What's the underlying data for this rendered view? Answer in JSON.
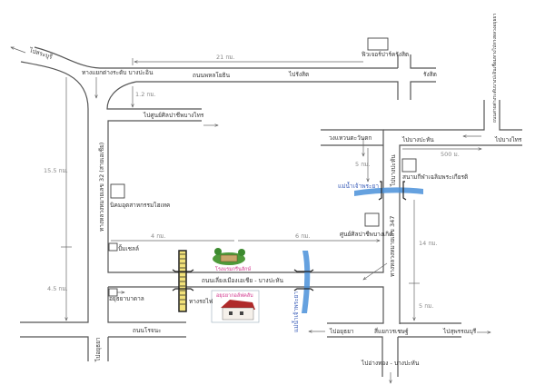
{
  "labels": {
    "to_saraburi": "ไปสระบุรี",
    "bang_pa_in_interchange": "ทางแยกต่างระดับ บางปะอิน",
    "phahonyothin_road": "ถนนพหลโยธิน",
    "dist_21km": "21 กม.",
    "future_park": "ฟิวเจอร์ปาร์ครังสิต",
    "to_rangsit": "ไปรังสิต",
    "rangsit": "รังสิต",
    "dist_1_2km": "1.2 กม.",
    "to_bang_sai": "ไปศูนย์ศิลปาชีพบางไทร",
    "highway_32": "ทางหลวงหมายเลข 32 (สายเอเชีย)",
    "dist_15_5km": "15.5 กม.",
    "dist_4_5km": "4.5 กม.",
    "hitech_estate": "นิคมอุตสาหกรรมไฮเทค",
    "dist_4km": "4 กม.",
    "dist_6km": "6 กม.",
    "shell_station": "ปั้มเชลล์",
    "hotel": "โรงแรมกรีนลักษ์",
    "bypass_road": "ถนนเลี่ยงเมืองเอเชีย - บางปะหัน",
    "golf_club": "อยุธยากอล์ฟคลับ",
    "railway": "ทางรถไฟ",
    "ayutthaya_hospital": "อยุธยาบาดาล",
    "rojana_road": "ถนนโรจนะ",
    "to_ayutthaya_left": "ไปอยุธยา",
    "outer_ring_road": "วงแหวนตะวันตก",
    "to_bang_pahan_top": "ไปบางปะหัน",
    "to_bang_pahan_vert": "ไปบางปะหัน",
    "dist_500m": "500 ม.",
    "to_bang_sai_right": "ไปบางไทร",
    "interchange_road": "ถนนสายต่างระดับบางปะอินเชื่อมทางไปทางหลวงอยุธยา",
    "dist_5km_top": "5 กม.",
    "chao_phraya_top": "แม่น้ำเจ้าพระยา",
    "chao_phraya_bottom": "แม่น้ำเจ้าพระยา",
    "shooting_range": "สนามกีฬาเฉลิมพระเกียรติ",
    "arts_center": "ศูนย์ศิลปาชีพบางเกิด",
    "highway_347": "ทางหลวงหมายเลข 347",
    "dist_14km": "14 กม.",
    "dist_5km_bottom": "5 กม.",
    "to_ayutthaya_bottom": "ไปอยุธยา",
    "sena_intersection": "สี่แยกวรเชษฐ์",
    "to_suphanburi": "ไปสุพรรณบุรี",
    "to_angthong": "ไปอ่างทอง - บางปะหัน"
  },
  "colors": {
    "river": "#4a90d9",
    "road": "#555555",
    "golf_label": "#d0308a"
  }
}
